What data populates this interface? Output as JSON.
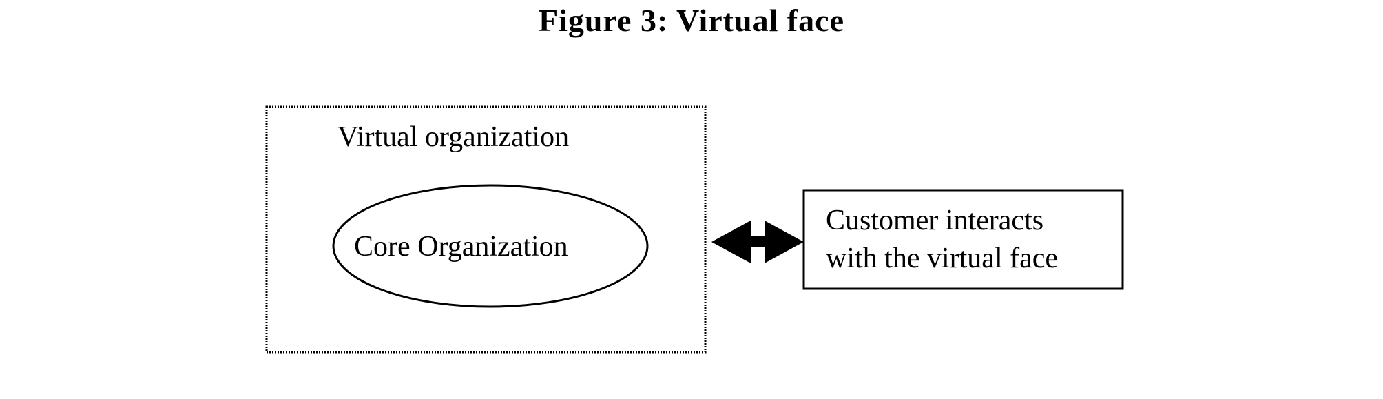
{
  "figure": {
    "title": "Figure 3: Virtual face"
  },
  "diagram": {
    "outer_box_label": "Virtual organization",
    "core_label": "Core Organization",
    "customer_box": {
      "line1": "Customer interacts",
      "line2": "with the virtual face"
    },
    "connector": "double-headed-arrow"
  }
}
